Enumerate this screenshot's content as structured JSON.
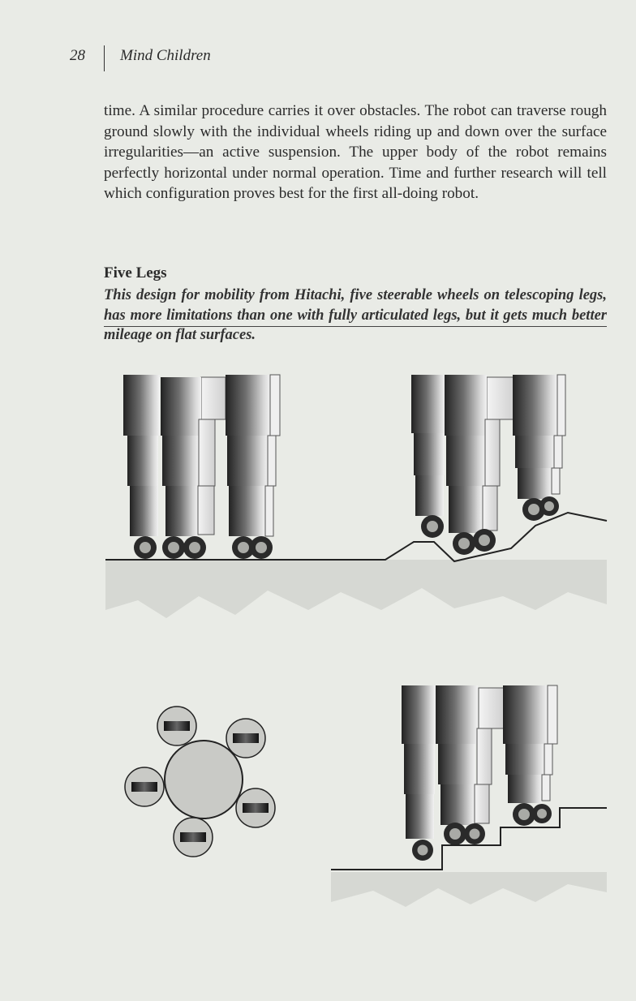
{
  "header": {
    "page_number": "28",
    "running_title": "Mind Children"
  },
  "body": {
    "paragraph": "time. A similar procedure carries it over obstacles. The robot can traverse rough ground slowly with the individual wheels riding up and down over the surface irregularities—an active suspension. The upper body of the robot remains perfectly horizontal under normal operation. Time and further research will tell which configuration proves best for the first all-doing robot."
  },
  "figure": {
    "title": "Five Legs",
    "caption": "This design for mobility from Hitachi, five steerable wheels on telescoping legs, has more limitations than one with fully articulated legs, but it gets much better mileage on flat surfaces."
  },
  "colors": {
    "page": "#e9ebe6",
    "ground": "#d4d7d2",
    "wheel": "#2a2a2a",
    "hub": "#a9aaa6",
    "body_disc": "#c9cac6"
  }
}
